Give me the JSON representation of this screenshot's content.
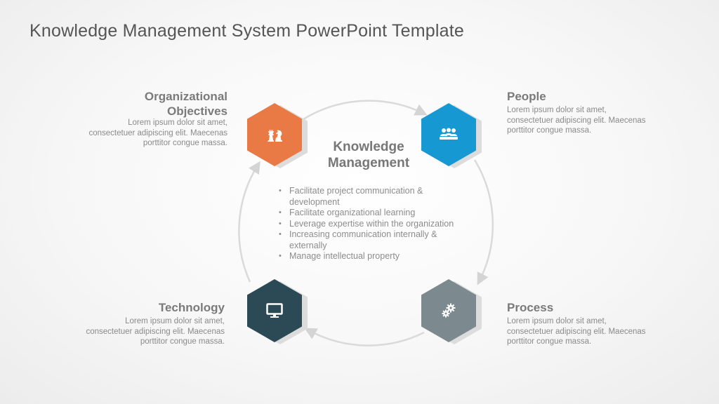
{
  "title": "Knowledge Management System PowerPoint Template",
  "center": {
    "title_line1": "Knowledge",
    "title_line2": "Management",
    "bullets": [
      "Facilitate project communication & development",
      "Facilitate organizational learning",
      "Leverage expertise within the organization",
      "Increasing communication internally & externally",
      "Manage intellectual property"
    ]
  },
  "nodes": {
    "objectives": {
      "title_line1": "Organizational",
      "title_line2": "Objectives",
      "body_line1": "Lorem ipsum dolor sit amet,",
      "body_line2": "consectetuer adipiscing elit. Maecenas",
      "body_line3": "porttitor congue massa.",
      "color": "#ea7a45",
      "icon": "chess-icon"
    },
    "people": {
      "title": "People",
      "body_line1": "Lorem ipsum dolor sit amet,",
      "body_line2": "consectetuer adipiscing elit. Maecenas",
      "body_line3": "porttitor congue massa.",
      "color": "#1698d3",
      "icon": "team-meeting-icon"
    },
    "technology": {
      "title": "Technology",
      "body_line1": "Lorem ipsum dolor sit amet,",
      "body_line2": "consectetuer adipiscing elit. Maecenas",
      "body_line3": "porttitor congue massa.",
      "color": "#2b4a55",
      "icon": "monitor-icon"
    },
    "process": {
      "title": "Process",
      "body_line1": "Lorem ipsum dolor sit amet,",
      "body_line2": "consectetuer adipiscing elit. Maecenas",
      "body_line3": "porttitor congue massa.",
      "color": "#7c8a8f",
      "icon": "gears-icon"
    }
  }
}
